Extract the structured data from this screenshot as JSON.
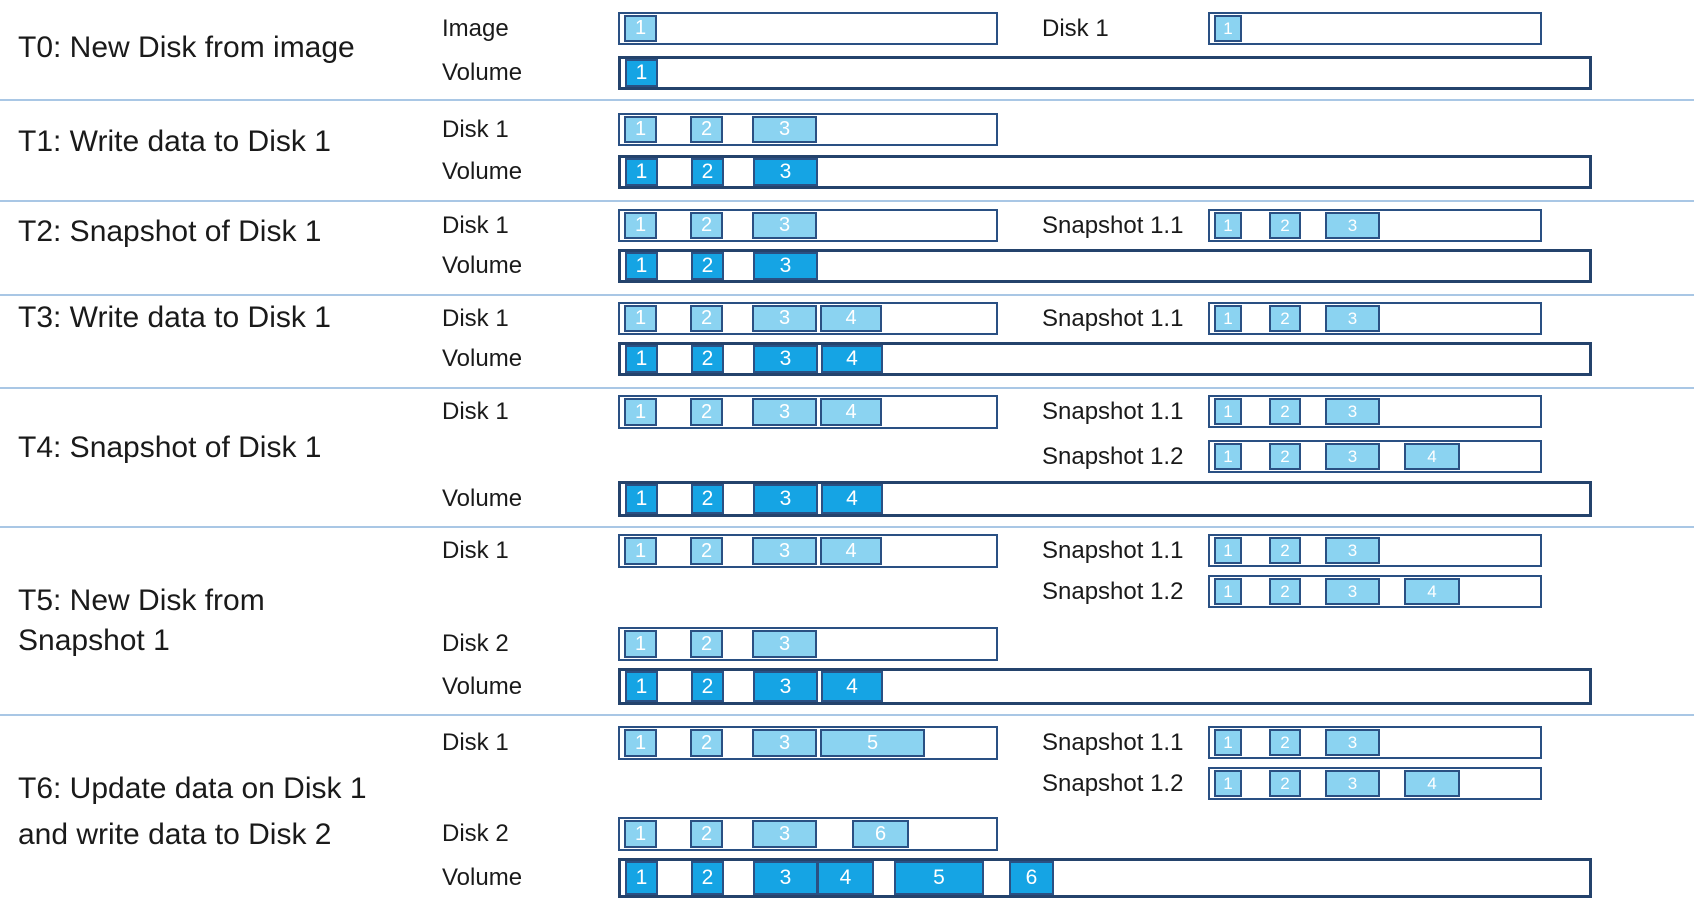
{
  "colors": {
    "block_light": "#8BD3F1",
    "block_dark": "#15A4E4",
    "bar_border": "#2A5083",
    "volume_border": "#24436C",
    "divider": "#A9C7E5",
    "text": "#1A1A1A"
  },
  "rows": [
    {
      "id": "t0",
      "label_lines": [
        "T0: New Disk from image"
      ],
      "bars": [
        {
          "name": "Image",
          "blocks": [
            {
              "n": "1",
              "shade": "light"
            }
          ]
        },
        {
          "name": "Disk 1",
          "blocks": [
            {
              "n": "1",
              "shade": "light"
            }
          ]
        },
        {
          "name": "Volume",
          "blocks": [
            {
              "n": "1",
              "shade": "dark"
            }
          ]
        }
      ]
    },
    {
      "id": "t1",
      "label_lines": [
        "T1: Write data to Disk 1"
      ],
      "bars": [
        {
          "name": "Disk 1",
          "blocks": [
            {
              "n": "1",
              "shade": "light"
            },
            {
              "n": "2",
              "shade": "light"
            },
            {
              "n": "3",
              "shade": "light"
            }
          ]
        },
        {
          "name": "Volume",
          "blocks": [
            {
              "n": "1",
              "shade": "dark"
            },
            {
              "n": "2",
              "shade": "dark"
            },
            {
              "n": "3",
              "shade": "dark"
            }
          ]
        }
      ]
    },
    {
      "id": "t2",
      "label_lines": [
        "T2: Snapshot of Disk 1"
      ],
      "bars": [
        {
          "name": "Disk 1",
          "blocks": [
            {
              "n": "1",
              "shade": "light"
            },
            {
              "n": "2",
              "shade": "light"
            },
            {
              "n": "3",
              "shade": "light"
            }
          ]
        },
        {
          "name": "Volume",
          "blocks": [
            {
              "n": "1",
              "shade": "dark"
            },
            {
              "n": "2",
              "shade": "dark"
            },
            {
              "n": "3",
              "shade": "dark"
            }
          ]
        },
        {
          "name": "Snapshot 1.1",
          "blocks": [
            {
              "n": "1",
              "shade": "light"
            },
            {
              "n": "2",
              "shade": "light"
            },
            {
              "n": "3",
              "shade": "light"
            }
          ]
        }
      ]
    },
    {
      "id": "t3",
      "label_lines": [
        "T3: Write data to Disk 1"
      ],
      "bars": [
        {
          "name": "Disk 1",
          "blocks": [
            {
              "n": "1",
              "shade": "light"
            },
            {
              "n": "2",
              "shade": "light"
            },
            {
              "n": "3",
              "shade": "light"
            },
            {
              "n": "4",
              "shade": "light"
            }
          ]
        },
        {
          "name": "Volume",
          "blocks": [
            {
              "n": "1",
              "shade": "dark"
            },
            {
              "n": "2",
              "shade": "dark"
            },
            {
              "n": "3",
              "shade": "dark"
            },
            {
              "n": "4",
              "shade": "dark"
            }
          ]
        },
        {
          "name": "Snapshot 1.1",
          "blocks": [
            {
              "n": "1",
              "shade": "light"
            },
            {
              "n": "2",
              "shade": "light"
            },
            {
              "n": "3",
              "shade": "light"
            }
          ]
        }
      ]
    },
    {
      "id": "t4",
      "label_lines": [
        "T4: Snapshot of Disk 1"
      ],
      "bars": [
        {
          "name": "Disk 1",
          "blocks": [
            {
              "n": "1",
              "shade": "light"
            },
            {
              "n": "2",
              "shade": "light"
            },
            {
              "n": "3",
              "shade": "light"
            },
            {
              "n": "4",
              "shade": "light"
            }
          ]
        },
        {
          "name": "Snapshot 1.1",
          "blocks": [
            {
              "n": "1",
              "shade": "light"
            },
            {
              "n": "2",
              "shade": "light"
            },
            {
              "n": "3",
              "shade": "light"
            }
          ]
        },
        {
          "name": "Snapshot 1.2",
          "blocks": [
            {
              "n": "1",
              "shade": "light"
            },
            {
              "n": "2",
              "shade": "light"
            },
            {
              "n": "3",
              "shade": "light"
            },
            {
              "n": "4",
              "shade": "light"
            }
          ]
        },
        {
          "name": "Volume",
          "blocks": [
            {
              "n": "1",
              "shade": "dark"
            },
            {
              "n": "2",
              "shade": "dark"
            },
            {
              "n": "3",
              "shade": "dark"
            },
            {
              "n": "4",
              "shade": "dark"
            }
          ]
        }
      ]
    },
    {
      "id": "t5",
      "label_lines": [
        "T5: New Disk from",
        "Snapshot 1"
      ],
      "bars": [
        {
          "name": "Disk 1",
          "blocks": [
            {
              "n": "1",
              "shade": "light"
            },
            {
              "n": "2",
              "shade": "light"
            },
            {
              "n": "3",
              "shade": "light"
            },
            {
              "n": "4",
              "shade": "light"
            }
          ]
        },
        {
          "name": "Snapshot 1.1",
          "blocks": [
            {
              "n": "1",
              "shade": "light"
            },
            {
              "n": "2",
              "shade": "light"
            },
            {
              "n": "3",
              "shade": "light"
            }
          ]
        },
        {
          "name": "Snapshot 1.2",
          "blocks": [
            {
              "n": "1",
              "shade": "light"
            },
            {
              "n": "2",
              "shade": "light"
            },
            {
              "n": "3",
              "shade": "light"
            },
            {
              "n": "4",
              "shade": "light"
            }
          ]
        },
        {
          "name": "Disk 2",
          "blocks": [
            {
              "n": "1",
              "shade": "light"
            },
            {
              "n": "2",
              "shade": "light"
            },
            {
              "n": "3",
              "shade": "light"
            }
          ]
        },
        {
          "name": "Volume",
          "blocks": [
            {
              "n": "1",
              "shade": "dark"
            },
            {
              "n": "2",
              "shade": "dark"
            },
            {
              "n": "3",
              "shade": "dark"
            },
            {
              "n": "4",
              "shade": "dark"
            }
          ]
        }
      ]
    },
    {
      "id": "t6",
      "label_lines": [
        "T6: Update data on Disk 1",
        "and write data to Disk 2"
      ],
      "bars": [
        {
          "name": "Disk 1",
          "blocks": [
            {
              "n": "1",
              "shade": "light"
            },
            {
              "n": "2",
              "shade": "light"
            },
            {
              "n": "3",
              "shade": "light"
            },
            {
              "n": "5",
              "shade": "light"
            }
          ]
        },
        {
          "name": "Snapshot 1.1",
          "blocks": [
            {
              "n": "1",
              "shade": "light"
            },
            {
              "n": "2",
              "shade": "light"
            },
            {
              "n": "3",
              "shade": "light"
            }
          ]
        },
        {
          "name": "Snapshot 1.2",
          "blocks": [
            {
              "n": "1",
              "shade": "light"
            },
            {
              "n": "2",
              "shade": "light"
            },
            {
              "n": "3",
              "shade": "light"
            },
            {
              "n": "4",
              "shade": "light"
            }
          ]
        },
        {
          "name": "Disk 2",
          "blocks": [
            {
              "n": "1",
              "shade": "light"
            },
            {
              "n": "2",
              "shade": "light"
            },
            {
              "n": "3",
              "shade": "light"
            },
            {
              "n": "6",
              "shade": "light"
            }
          ]
        },
        {
          "name": "Volume",
          "blocks": [
            {
              "n": "1",
              "shade": "dark"
            },
            {
              "n": "2",
              "shade": "dark"
            },
            {
              "n": "3",
              "shade": "dark"
            },
            {
              "n": "4",
              "shade": "dark"
            },
            {
              "n": "5",
              "shade": "dark"
            },
            {
              "n": "6",
              "shade": "dark"
            }
          ]
        }
      ]
    }
  ]
}
